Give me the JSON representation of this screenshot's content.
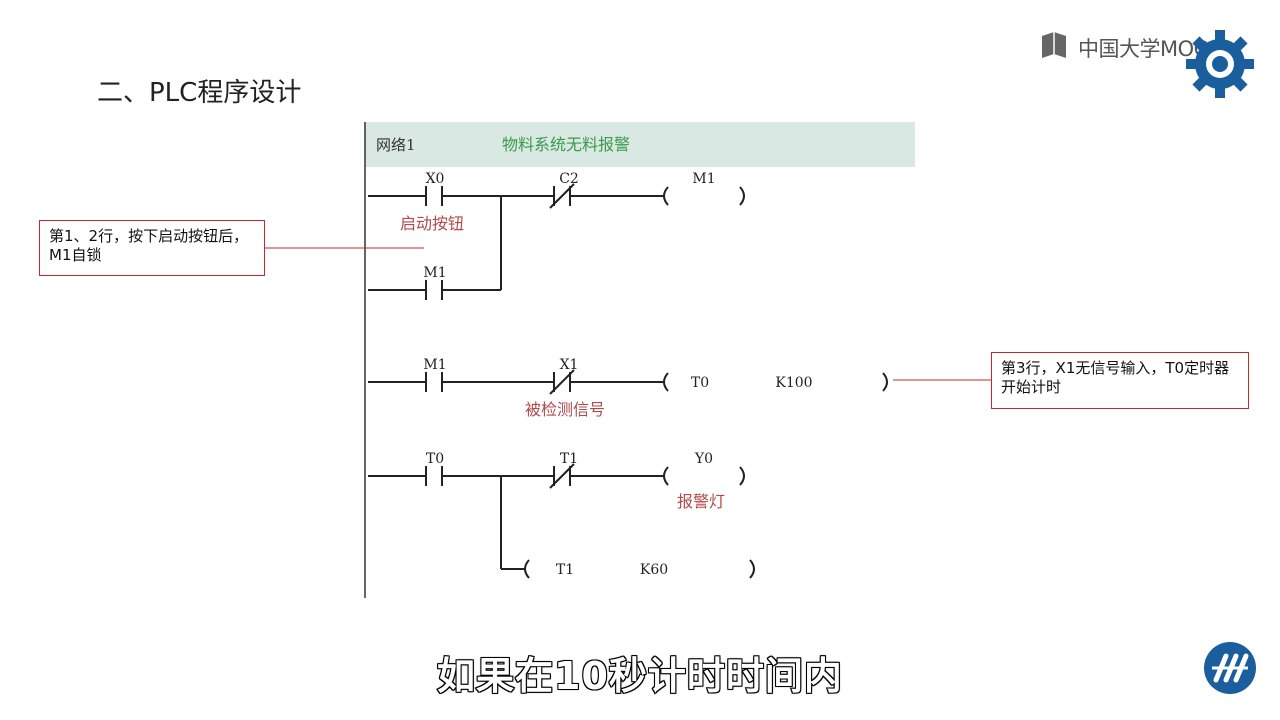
{
  "page": {
    "title": "二、PLC程序设计"
  },
  "watermark": {
    "text": "中国大学MOOC"
  },
  "ladder": {
    "network_label": "网络1",
    "network_title": "物料系统无料报警",
    "rung1": {
      "contact1": "X0",
      "contact1_desc": "启动按钮",
      "contact2": "C2",
      "coil": "M1",
      "parallel_contact": "M1"
    },
    "rung2": {
      "contact1": "M1",
      "contact2": "X1",
      "contact2_desc": "被检测信号",
      "coil": "T0",
      "coil_param": "K100"
    },
    "rung3": {
      "contact1": "T0",
      "contact2": "T1",
      "coil": "Y0",
      "coil_desc": "报警灯",
      "branch_coil": "T1",
      "branch_param": "K60"
    }
  },
  "notes": {
    "note1": "第1、2行，按下启动按钮后，M1自锁",
    "note2": "第3行，X1无信号输入，T0定时器开始计时"
  },
  "subtitle": "如果在10秒计时时间内"
}
